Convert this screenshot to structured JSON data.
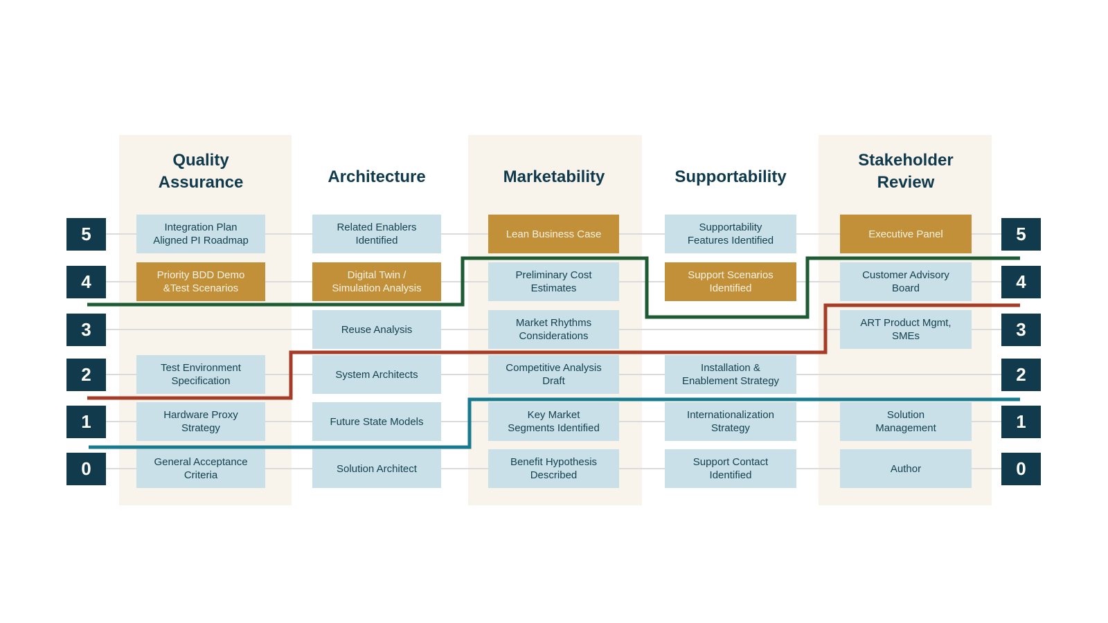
{
  "diagram": {
    "name": "solution-readiness-maturity-matrix",
    "levels": [
      "5",
      "4",
      "3",
      "2",
      "1",
      "0"
    ],
    "columns": [
      {
        "id": "quality-assurance",
        "header": "Quality\nAssurance",
        "has_panel": true,
        "cells": [
          {
            "level": "5",
            "text": "Integration Plan\nAligned  PI Roadmap",
            "variant": "blue"
          },
          {
            "level": "4",
            "text": "Priority  BDD Demo\n&Test Scenarios",
            "variant": "gold"
          },
          {
            "level": "3",
            "text": "",
            "variant": "empty"
          },
          {
            "level": "2",
            "text": "Test Environment\nSpecification",
            "variant": "blue"
          },
          {
            "level": "1",
            "text": "Hardware Proxy\nStrategy",
            "variant": "blue"
          },
          {
            "level": "0",
            "text": "General Acceptance\nCriteria",
            "variant": "blue"
          }
        ]
      },
      {
        "id": "architecture",
        "header": "Architecture",
        "has_panel": false,
        "cells": [
          {
            "level": "5",
            "text": "Related Enablers\nIdentified",
            "variant": "blue"
          },
          {
            "level": "4",
            "text": "Digital Twin /\nSimulation Analysis",
            "variant": "gold"
          },
          {
            "level": "3",
            "text": "Reuse Analysis",
            "variant": "blue"
          },
          {
            "level": "2",
            "text": "System Architects",
            "variant": "blue"
          },
          {
            "level": "1",
            "text": "Future State Models",
            "variant": "blue"
          },
          {
            "level": "0",
            "text": "Solution Architect",
            "variant": "blue"
          }
        ]
      },
      {
        "id": "marketability",
        "header": "Marketability",
        "has_panel": true,
        "cells": [
          {
            "level": "5",
            "text": "Lean Business Case",
            "variant": "gold"
          },
          {
            "level": "4",
            "text": "Preliminary Cost\nEstimates",
            "variant": "blue"
          },
          {
            "level": "3",
            "text": "Market Rhythms\nConsiderations",
            "variant": "blue"
          },
          {
            "level": "2",
            "text": "Competitive Analysis\nDraft",
            "variant": "blue"
          },
          {
            "level": "1",
            "text": "Key Market\nSegments Identified",
            "variant": "blue"
          },
          {
            "level": "0",
            "text": "Benefit Hypothesis\nDescribed",
            "variant": "blue"
          }
        ]
      },
      {
        "id": "supportability",
        "header": "Supportability",
        "has_panel": false,
        "cells": [
          {
            "level": "5",
            "text": "Supportability\nFeatures Identified",
            "variant": "blue"
          },
          {
            "level": "4",
            "text": "Support Scenarios\nIdentified",
            "variant": "gold"
          },
          {
            "level": "3",
            "text": "",
            "variant": "empty"
          },
          {
            "level": "2",
            "text": "Installation &\nEnablement Strategy",
            "variant": "blue"
          },
          {
            "level": "1",
            "text": "Internationalization\nStrategy",
            "variant": "blue"
          },
          {
            "level": "0",
            "text": "Support Contact\nIdentified",
            "variant": "blue"
          }
        ]
      },
      {
        "id": "stakeholder-review",
        "header": "Stakeholder\nReview",
        "has_panel": true,
        "cells": [
          {
            "level": "5",
            "text": "Executive Panel",
            "variant": "gold"
          },
          {
            "level": "4",
            "text": "Customer Advisory\nBoard",
            "variant": "blue"
          },
          {
            "level": "3",
            "text": "ART Product Mgmt,\nSMEs",
            "variant": "blue"
          },
          {
            "level": "2",
            "text": "",
            "variant": "empty"
          },
          {
            "level": "1",
            "text": "Solution\nManagement",
            "variant": "blue"
          },
          {
            "level": "0",
            "text": "Author",
            "variant": "blue"
          }
        ]
      }
    ],
    "traces": [
      {
        "name": "green-trace",
        "color": "#1e5b33",
        "points": [
          [
            126,
            440
          ],
          [
            668,
            440
          ],
          [
            668,
            373
          ],
          [
            934,
            373
          ],
          [
            934,
            458
          ],
          [
            1166,
            458
          ],
          [
            1166,
            373
          ],
          [
            1473,
            373
          ]
        ]
      },
      {
        "name": "red-trace",
        "color": "#a63b26",
        "points": [
          [
            126,
            575
          ],
          [
            420,
            575
          ],
          [
            420,
            509
          ],
          [
            1192,
            509
          ],
          [
            1192,
            441
          ],
          [
            1473,
            441
          ]
        ]
      },
      {
        "name": "teal-trace",
        "color": "#177a8f",
        "points": [
          [
            128,
            646
          ],
          [
            678,
            646
          ],
          [
            678,
            577
          ],
          [
            1473,
            577
          ]
        ]
      }
    ],
    "colors": {
      "badge_bg": "#113b4d",
      "badge_text": "#fcfcf7",
      "cell_blue_bg": "#c9e0e8",
      "cell_gold_bg": "#c3903a",
      "cell_text_dark": "#13414f",
      "cell_text_light": "#faf3e3",
      "panel_bg": "#f9f4eb",
      "header_text": "#0f3a4d",
      "gridline": "#dbdbdb",
      "page_bg": "#ffffff"
    }
  }
}
